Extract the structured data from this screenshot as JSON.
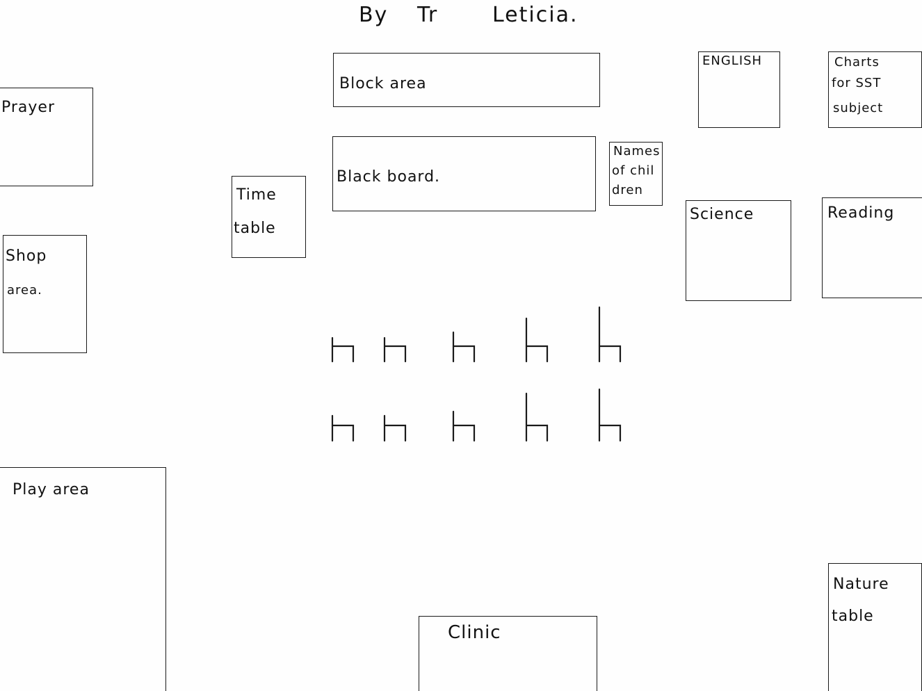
{
  "title": {
    "part1": "By",
    "part2": "Tr",
    "part3": "Leticia."
  },
  "areas": {
    "prayer": "Prayer",
    "shop_line1": "Shop",
    "shop_line2": "area.",
    "play": "Play   area",
    "timetable_line1": "Time",
    "timetable_line2": "table",
    "block_area": "Block    area",
    "blackboard": "Black  board.",
    "names_line1": "Names",
    "names_line2": "of chil",
    "names_line3": "dren",
    "english": "ENGLISH",
    "charts_line1": "Charts",
    "charts_line2": "for SST",
    "charts_line3": "subject",
    "science": "Science",
    "reading": "Reading",
    "nature_line1": "Nature",
    "nature_line2": "table",
    "clinic": "Clinic"
  },
  "chairs": {
    "rows": 2,
    "per_row": 5
  }
}
